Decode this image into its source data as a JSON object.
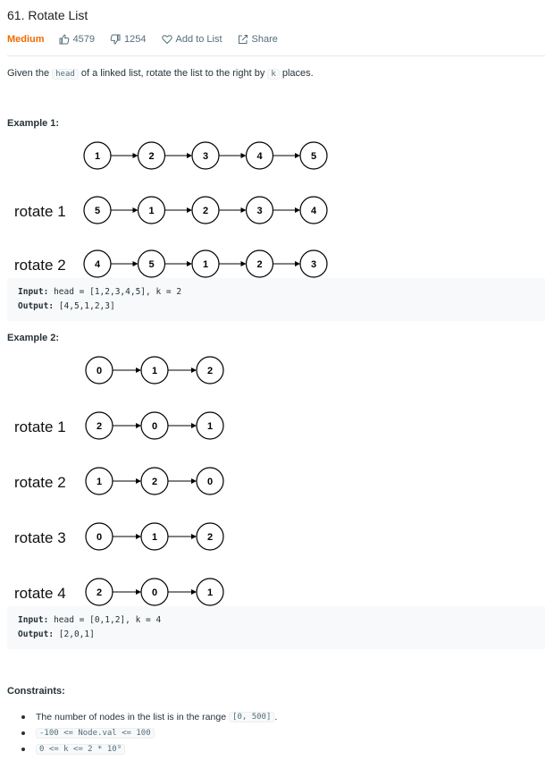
{
  "problem": {
    "title": "61. Rotate List",
    "difficulty": "Medium",
    "likes": "4579",
    "dislikes": "1254",
    "add_to_list": "Add to List",
    "share": "Share",
    "description": {
      "before": "Given the ",
      "code1": "head",
      "middle": " of a linked list, rotate the list to the right by ",
      "code2": "k",
      "after": " places."
    }
  },
  "examples": [
    {
      "title": "Example 1:",
      "rows": [
        {
          "label": "",
          "nodes": [
            "1",
            "2",
            "3",
            "4",
            "5"
          ]
        },
        {
          "label": "rotate 1",
          "nodes": [
            "5",
            "1",
            "2",
            "3",
            "4"
          ]
        },
        {
          "label": "rotate 2",
          "nodes": [
            "4",
            "5",
            "1",
            "2",
            "3"
          ]
        }
      ],
      "input_label": "Input:",
      "input_value": "head = [1,2,3,4,5], k = 2",
      "output_label": "Output:",
      "output_value": "[4,5,1,2,3]"
    },
    {
      "title": "Example 2:",
      "rows": [
        {
          "label": "",
          "nodes": [
            "0",
            "1",
            "2"
          ]
        },
        {
          "label": "rotate 1",
          "nodes": [
            "2",
            "0",
            "1"
          ]
        },
        {
          "label": "rotate 2",
          "nodes": [
            "1",
            "2",
            "0"
          ]
        },
        {
          "label": "rotate 3",
          "nodes": [
            "0",
            "1",
            "2"
          ]
        },
        {
          "label": "rotate 4",
          "nodes": [
            "2",
            "0",
            "1"
          ]
        }
      ],
      "input_label": "Input:",
      "input_value": "head = [0,1,2], k = 4",
      "output_label": "Output:",
      "output_value": "[2,0,1]"
    }
  ],
  "constraints": {
    "title": "Constraints:",
    "items": [
      {
        "text": "The number of nodes in the list is in the range ",
        "code": "[0, 500]",
        "suffix": "."
      },
      {
        "text": "",
        "code": "-100 <= Node.val <= 100",
        "suffix": ""
      },
      {
        "text": "",
        "code": "0 <= k <= 2 * 10⁹",
        "suffix": ""
      }
    ]
  },
  "colors": {
    "difficulty": "#ef6c00",
    "text": "#263238",
    "muted": "#546e7a",
    "code_bg": "#f7f9fa"
  }
}
